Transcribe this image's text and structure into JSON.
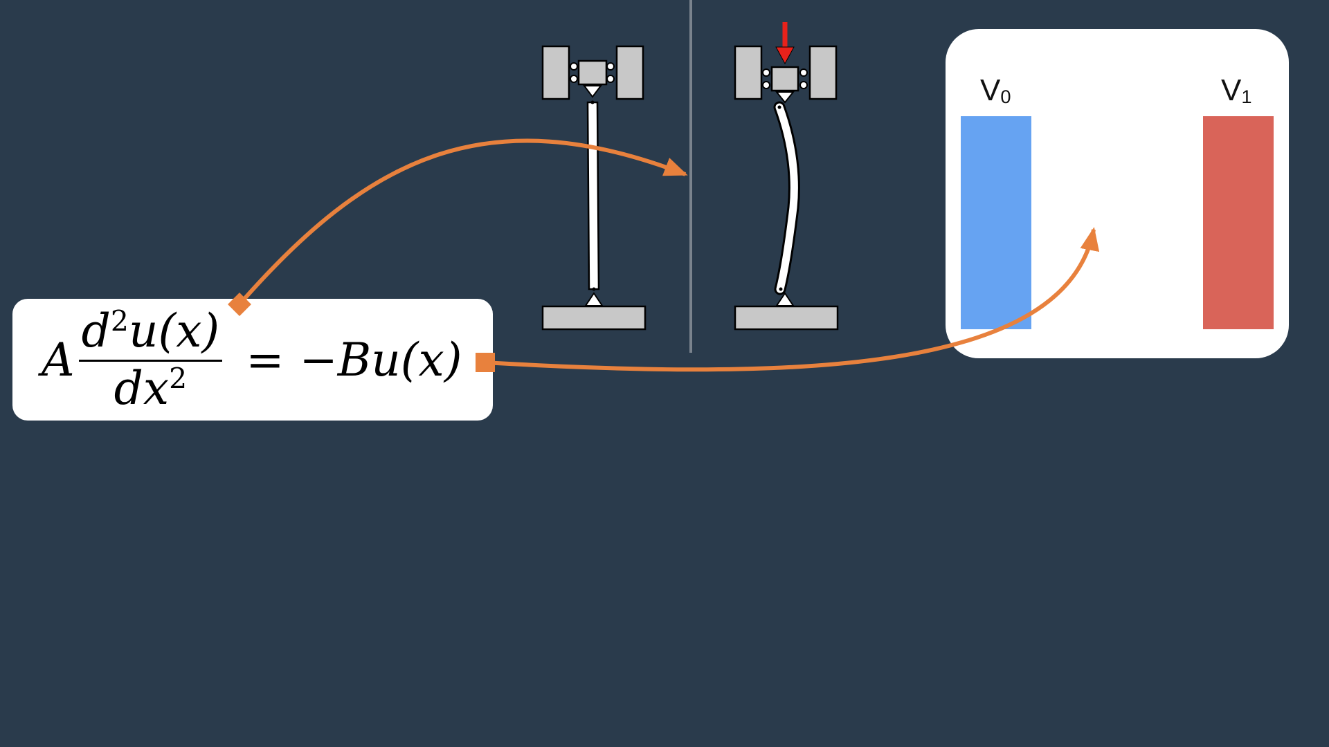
{
  "equation": {
    "coef_a": "A",
    "numerator_d": "d",
    "numerator_exp": "2",
    "numerator_rest": "u(x)",
    "denominator": "dx",
    "denominator_exp": "2",
    "equals": "=",
    "rhs": "−Bu(x)"
  },
  "voltage_panel": {
    "v0": {
      "symbol": "V",
      "subscript": "0",
      "color": "#66a3f2"
    },
    "v1": {
      "symbol": "V",
      "subscript": "1",
      "color": "#d96459"
    }
  },
  "colors": {
    "background": "#2a3b4c",
    "arrow": "#e8813d",
    "force_arrow": "#e8221b",
    "part_fill": "#c8c8c8",
    "divider": "#7a838d"
  },
  "icons": {
    "mems_rest": "mems-device-rest-icon",
    "mems_bent": "mems-device-bent-icon",
    "force": "force-arrow-icon"
  }
}
